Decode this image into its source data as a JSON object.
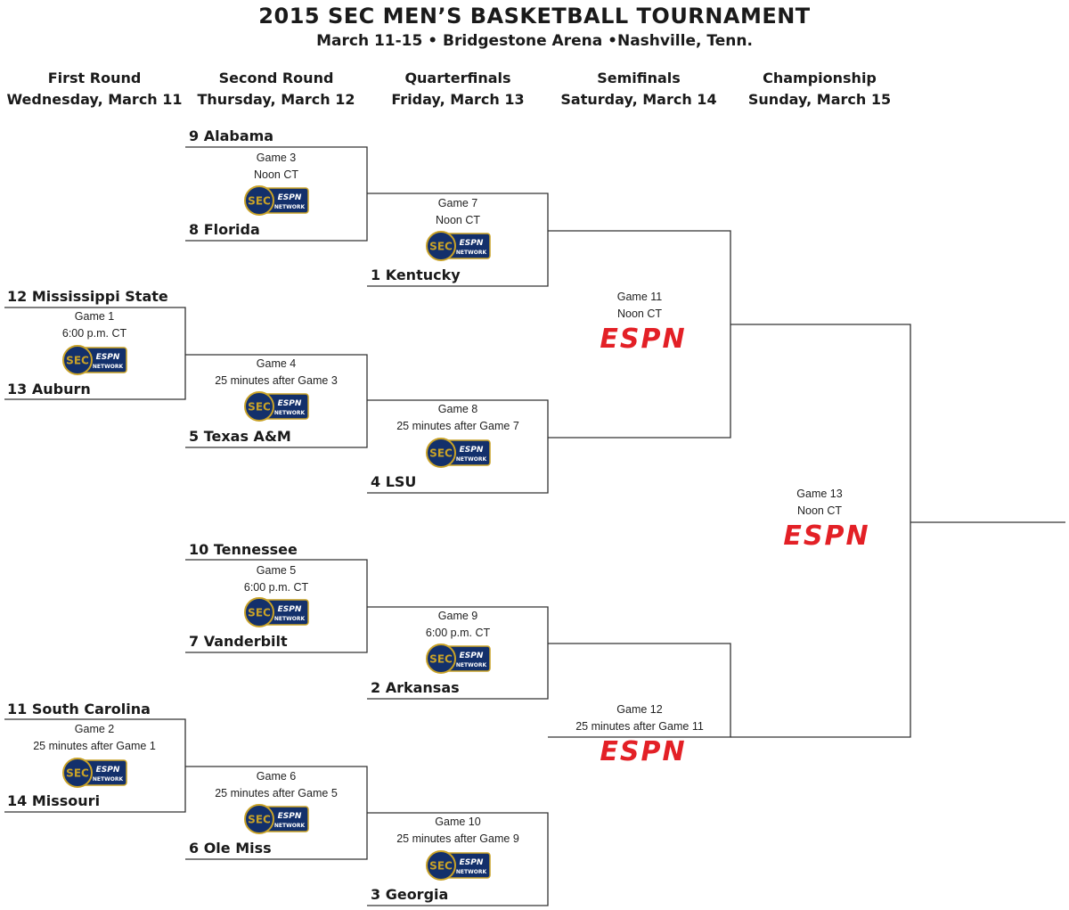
{
  "title": "2015 SEC MEN’S BASKETBALL TOURNAMENT",
  "subtitle": "March 11-15 • Bridgestone Arena •Nashville, Tenn.",
  "rounds": [
    {
      "name": "First Round",
      "date": "Wednesday, March 11"
    },
    {
      "name": "Second Round",
      "date": "Thursday, March 12"
    },
    {
      "name": "Quarterfinals",
      "date": "Friday, March 13"
    },
    {
      "name": "Semifinals",
      "date": "Saturday, March 14"
    },
    {
      "name": "Championship",
      "date": "Sunday, March 15"
    }
  ],
  "teams": {
    "alabama": "9 Alabama",
    "florida": "8 Florida",
    "miss_state": "12 Mississippi State",
    "auburn": "13 Auburn",
    "texas_am": "5 Texas A&M",
    "kentucky": "1 Kentucky",
    "lsu": "4 LSU",
    "tennessee": "10 Tennessee",
    "vanderbilt": "7 Vanderbilt",
    "arkansas": "2 Arkansas",
    "south_carolina": "11 South Carolina",
    "missouri": "14 Missouri",
    "ole_miss": "6 Ole Miss",
    "georgia": "3 Georgia"
  },
  "games": {
    "g1": {
      "label": "Game 1",
      "time": "6:00 p.m. CT",
      "network": "SEC Network"
    },
    "g2": {
      "label": "Game 2",
      "time": "25 minutes after Game 1",
      "network": "SEC Network"
    },
    "g3": {
      "label": "Game 3",
      "time": "Noon CT",
      "network": "SEC Network"
    },
    "g4": {
      "label": "Game 4",
      "time": "25 minutes after Game 3",
      "network": "SEC Network"
    },
    "g5": {
      "label": "Game 5",
      "time": "6:00 p.m. CT",
      "network": "SEC Network"
    },
    "g6": {
      "label": "Game 6",
      "time": "25 minutes after Game 5",
      "network": "SEC Network"
    },
    "g7": {
      "label": "Game 7",
      "time": "Noon CT",
      "network": "SEC Network"
    },
    "g8": {
      "label": "Game 8",
      "time": "25 minutes after Game 7",
      "network": "SEC Network"
    },
    "g9": {
      "label": "Game 9",
      "time": "6:00 p.m. CT",
      "network": "SEC Network"
    },
    "g10": {
      "label": "Game 10",
      "time": "25 minutes after Game 9",
      "network": "SEC Network"
    },
    "g11": {
      "label": "Game 11",
      "time": "Noon CT",
      "network": "ESPN"
    },
    "g12": {
      "label": "Game 12",
      "time": "25 minutes after Game 11",
      "network": "ESPN"
    },
    "g13": {
      "label": "Game 13",
      "time": "Noon CT",
      "network": "ESPN"
    }
  },
  "logos": {
    "sec_network_icon": "sec-network-logo",
    "espn_icon": "espn-logo",
    "sec_text": "SEC",
    "espn_text": "ESPN",
    "network_text": "NETWORK"
  },
  "colors": {
    "sec_navy": "#13306b",
    "sec_gold": "#c9a227",
    "espn_red": "#e32026",
    "line": "#333333"
  }
}
